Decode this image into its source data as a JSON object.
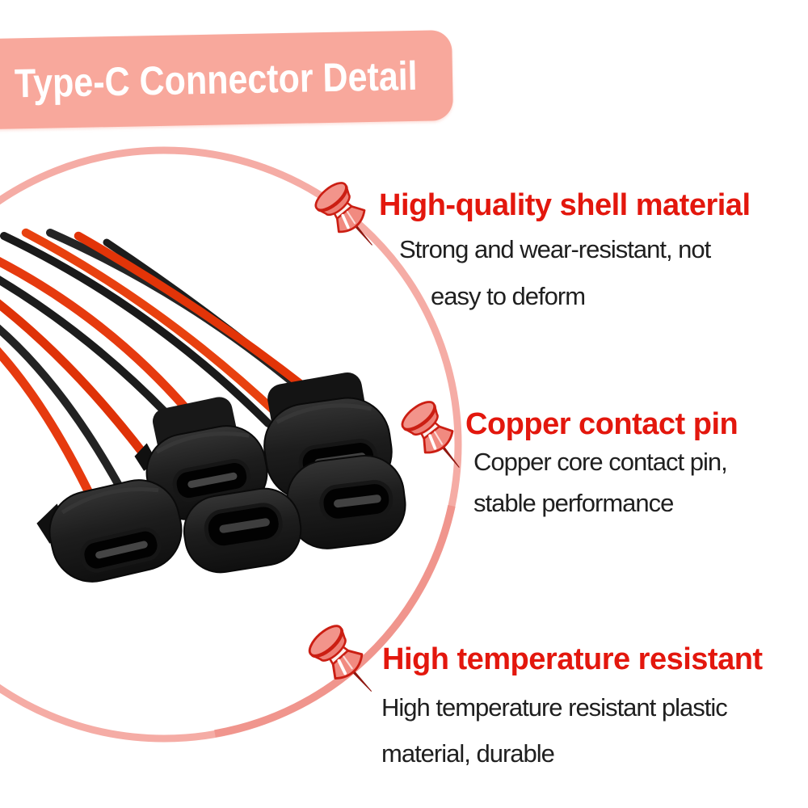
{
  "banner": {
    "title": "Type-C Connector Detail"
  },
  "annotations": [
    {
      "icon": "pushpin-icon",
      "heading": "High-quality shell material",
      "body_lines": [
        "Strong and wear-resistant, not",
        "easy to deform"
      ]
    },
    {
      "icon": "pushpin-icon",
      "heading": "Copper contact pin",
      "body_lines": [
        "Copper core contact pin,",
        "stable performance"
      ]
    },
    {
      "icon": "pushpin-icon",
      "heading": "High temperature resistant",
      "body_lines": [
        "High temperature resistant plastic",
        "material, durable"
      ]
    }
  ],
  "photo": {
    "subject": "type-c-female-connector-cluster",
    "connector_count": 5,
    "wire_colors": [
      "red",
      "black"
    ]
  },
  "colors": {
    "background": "#ffffff",
    "banner_bg": "#f8a89c",
    "banner_text": "#ffffff",
    "heading_red": "#e3170d",
    "body_text": "#1f1f1f",
    "circle_ring": "#f5aca5",
    "pushpin_fill": "#f18a80",
    "pushpin_outline": "#cb1e13",
    "wire_red": "#e63a0f",
    "wire_black": "#1c1c1c",
    "connector_plastic": "#1a1a1a"
  }
}
